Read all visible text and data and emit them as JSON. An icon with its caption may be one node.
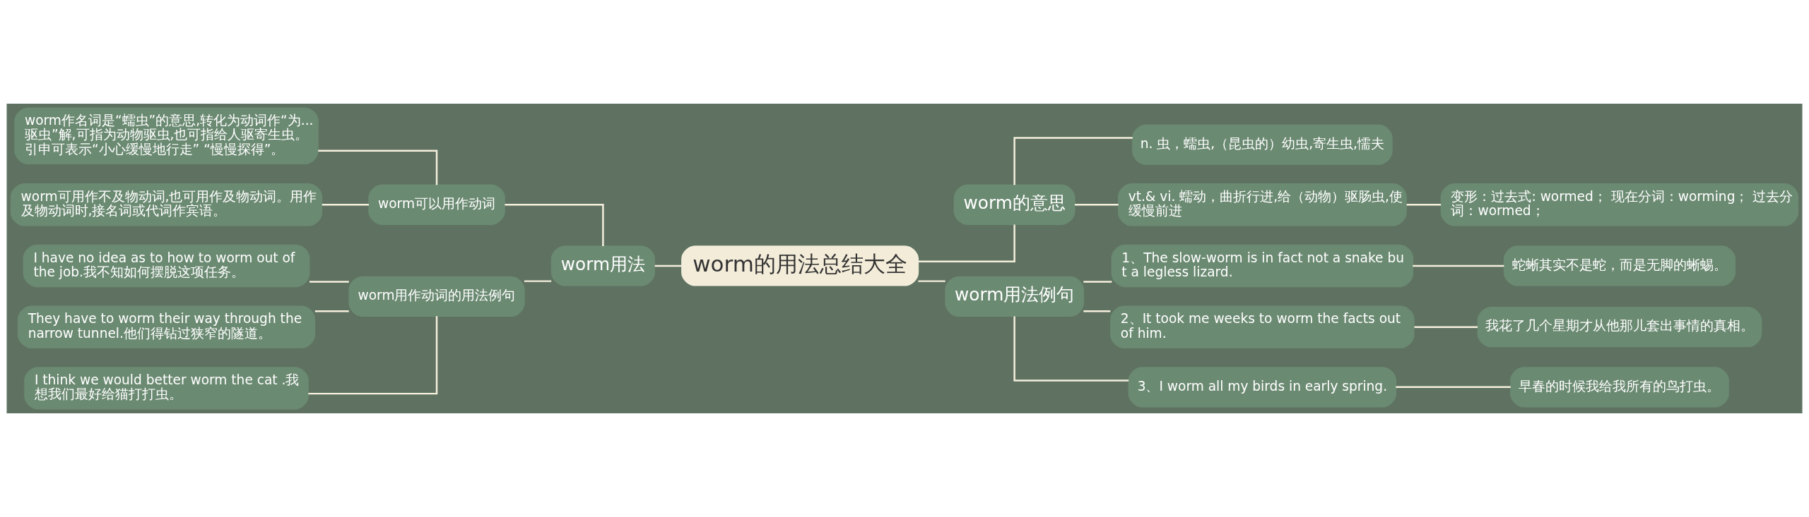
{
  "diagram": {
    "nodes": [
      {
        "text": [
          "worm的用法总结大全"
        ]
      },
      {
        "text": [
          "worm用法"
        ]
      },
      {
        "text": [
          "worm可以用作动词"
        ]
      },
      {
        "text": [
          "worm作名词是“蠕虫”的意思,转化为动词作“为...驱虫”解,可指为动物驱虫,也可指给人驱寄生虫。引申可表示“小心缓慢地行走” “慢慢探得”。"
        ]
      },
      {
        "text": [
          "worm可用作不及物动词,也可用作及物动词。用作及物动词时,接名词或代词作宾语。"
        ]
      },
      {
        "text": [
          "worm用作动词的用法例句"
        ]
      },
      {
        "text": [
          "I have no idea as to how to worm out of the job.我不知如何摆脱这项任务。"
        ]
      },
      {
        "text": [
          "They have to worm their way through the narrow tunnel.他们得钻过狭窄的隧道。"
        ]
      },
      {
        "text": [
          "I think we would better worm the cat .我想我们最好给猫打打虫。"
        ]
      },
      {
        "text": [
          "worm的意思"
        ]
      },
      {
        "text": [
          "n. 虫，蠕虫,（昆虫的）幼虫,寄生虫,懦夫"
        ]
      },
      {
        "text": [
          "vt.& vi. 蠕动，曲折行进,给（动物）驱肠虫,使缓慢前进"
        ]
      },
      {
        "text": [
          "变形：过去式: wormed； 现在分词：worming； 过去分词：wormed；"
        ]
      },
      {
        "text": [
          "worm用法例句"
        ]
      },
      {
        "text": [
          "1、The slow-worm is in fact not a snake but a legless lizard."
        ]
      },
      {
        "text": [
          "蛇蜥其实不是蛇，而是无脚的蜥蜴。"
        ]
      },
      {
        "text": [
          "2、It took me weeks to worm the facts out of him."
        ]
      },
      {
        "text": [
          "我花了几个星期才从他那儿套出事情的真相。"
        ]
      },
      {
        "text": [
          "3、I worm all my birds in early spring."
        ]
      },
      {
        "text": [
          "早春的时候我给我所有的鸟打虫。"
        ]
      }
    ],
    "edges": [
      {
        "from": 0,
        "to": 1,
        "arrow": "none"
      },
      {
        "from": 1,
        "to": 2,
        "arrow": "none"
      },
      {
        "from": 2,
        "to": 3,
        "arrow": "none"
      },
      {
        "from": 2,
        "to": 4,
        "arrow": "none"
      },
      {
        "from": 1,
        "to": 5,
        "arrow": "none"
      },
      {
        "from": 5,
        "to": 6,
        "arrow": "none"
      },
      {
        "from": 5,
        "to": 7,
        "arrow": "none"
      },
      {
        "from": 5,
        "to": 8,
        "arrow": "none"
      },
      {
        "from": 0,
        "to": 9,
        "arrow": "none"
      },
      {
        "from": 9,
        "to": 10,
        "arrow": "none"
      },
      {
        "from": 9,
        "to": 11,
        "arrow": "none"
      },
      {
        "from": 11,
        "to": 12,
        "arrow": "none"
      },
      {
        "from": 0,
        "to": 13,
        "arrow": "none"
      },
      {
        "from": 13,
        "to": 14,
        "arrow": "none"
      },
      {
        "from": 14,
        "to": 15,
        "arrow": "none"
      },
      {
        "from": 13,
        "to": 16,
        "arrow": "none"
      },
      {
        "from": 16,
        "to": 17,
        "arrow": "none"
      },
      {
        "from": 13,
        "to": 18,
        "arrow": "none"
      },
      {
        "from": 18,
        "to": 19,
        "arrow": "none"
      }
    ]
  }
}
